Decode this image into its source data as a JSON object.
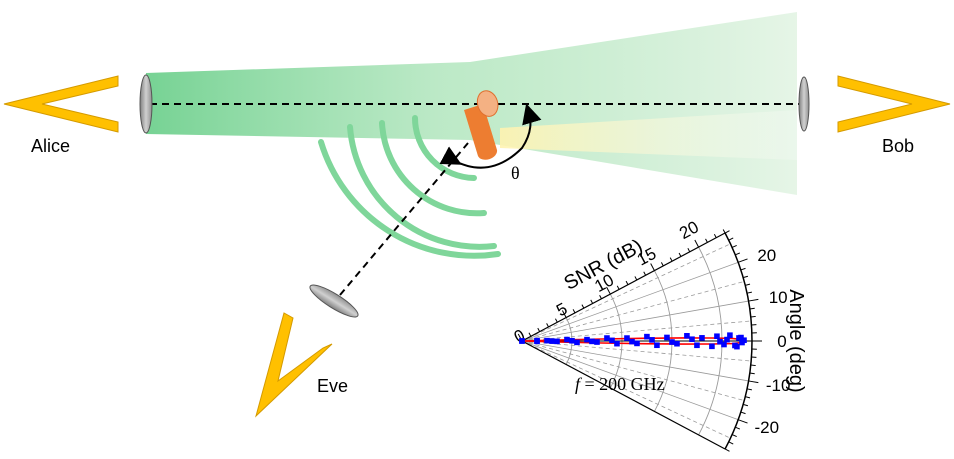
{
  "labels": {
    "alice": "Alice",
    "bob": "Bob",
    "eve": "Eve",
    "theta": "θ",
    "freq_symbol": "f",
    "freq_rest": " = 200 GHz"
  },
  "colors": {
    "beam": "#6fd08e",
    "beam_light": "#e3f4e4",
    "antenna": "#ffc000",
    "antenna_edge": "#d49a00",
    "scatterer": "#ed7d31",
    "scatterer_top": "#f4b183",
    "waves": "#7fd69a",
    "lens": "#a6a6a6",
    "reflection": "#fff3b0",
    "polar_points": "#0000ff",
    "polar_line": "#ff0000"
  },
  "icons": [
    "horn-antenna-icon",
    "lens-icon",
    "cylinder-scatterer-icon"
  ],
  "chart_data": {
    "type": "polar-scatter",
    "radial_axis": {
      "label": "SNR (dB)",
      "range": [
        0,
        23
      ],
      "ticks": [
        "0",
        "5",
        "10",
        "15",
        "20"
      ]
    },
    "angular_axis": {
      "label": "Angle (deg)",
      "range": [
        -28,
        28
      ],
      "ticks": [
        "20",
        "10",
        "0",
        "-10",
        "-20"
      ]
    },
    "annotation": "f = 200 GHz",
    "series": [
      {
        "kind": "measured-points",
        "points": [
          [
            0,
            0.5
          ],
          [
            0,
            -0.5
          ],
          [
            1.5,
            1.5
          ],
          [
            1.5,
            -1.2
          ],
          [
            2.5,
            0.8
          ],
          [
            3.5,
            -0.6
          ],
          [
            4.5,
            1.8
          ],
          [
            5.5,
            -1.4
          ],
          [
            6.5,
            1.2
          ],
          [
            7.5,
            -0.8
          ],
          [
            8.5,
            2.0
          ],
          [
            9.5,
            -1.6
          ],
          [
            10.5,
            1.6
          ],
          [
            11.5,
            -1.2
          ],
          [
            12.5,
            2.0
          ],
          [
            13.5,
            -1.8
          ],
          [
            14.5,
            1.4
          ],
          [
            15.5,
            -1.0
          ],
          [
            16.5,
            1.8
          ],
          [
            17.5,
            -1.4
          ],
          [
            18.0,
            1.0
          ],
          [
            19.0,
            -1.6
          ],
          [
            19.5,
            1.4
          ],
          [
            20.2,
            -1.0
          ],
          [
            20.8,
            1.6
          ],
          [
            21.3,
            -1.2
          ],
          [
            21.7,
            0.8
          ],
          [
            22.0,
            -0.4
          ],
          [
            22.2,
            0.2
          ],
          [
            21.9,
            0.9
          ],
          [
            21.5,
            -1.5
          ],
          [
            20.5,
            0.4
          ],
          [
            19.8,
            -0.2
          ],
          [
            17.0,
            0.6
          ],
          [
            15.0,
            -0.4
          ],
          [
            13.0,
            0.5
          ],
          [
            11.0,
            -0.3
          ],
          [
            9.0,
            0.4
          ],
          [
            7.0,
            -0.3
          ],
          [
            5.0,
            0.3
          ],
          [
            3.0,
            -0.2
          ]
        ]
      },
      {
        "kind": "model-curve",
        "points": [
          [
            0,
            0
          ],
          [
            4,
            1.6
          ],
          [
            8,
            1.45
          ],
          [
            12,
            1.3
          ],
          [
            16,
            1.1
          ],
          [
            19,
            0.9
          ],
          [
            21,
            0.7
          ],
          [
            22,
            0.4
          ],
          [
            22.3,
            0
          ],
          [
            22,
            -0.4
          ],
          [
            21,
            -0.7
          ],
          [
            19,
            -0.9
          ],
          [
            16,
            -1.1
          ],
          [
            12,
            -1.3
          ],
          [
            8,
            -1.45
          ],
          [
            4,
            -1.6
          ],
          [
            0,
            0
          ]
        ]
      }
    ]
  }
}
